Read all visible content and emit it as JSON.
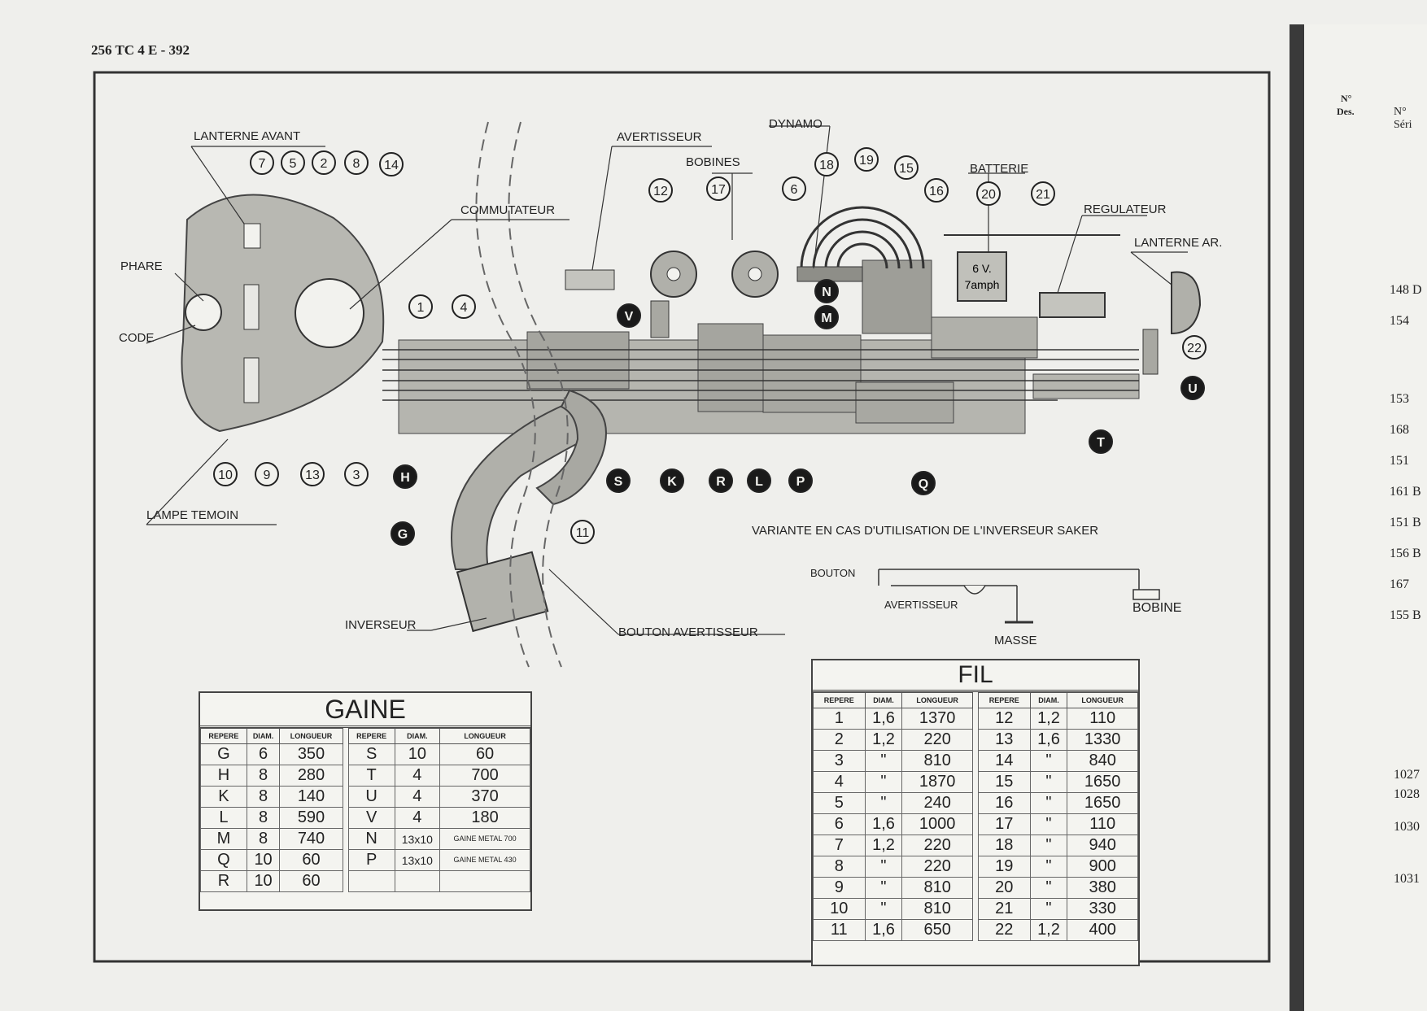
{
  "header": {
    "code": "256 TC 4 E - 392"
  },
  "labels": {
    "lanterne_avant": "LANTERNE AVANT",
    "phare": "PHARE",
    "code": "CODE",
    "commutateur": "COMMUTATEUR",
    "avertisseur": "AVERTISSEUR",
    "bobines": "BOBINES",
    "dynamo": "DYNAMO",
    "batterie": "BATTERIE",
    "regulateur": "REGULATEUR",
    "lanterne_ar": "LANTERNE AR.",
    "lampe_temoin": "LAMPE TEMOIN",
    "inverseur": "INVERSEUR",
    "bouton_avertisseur": "BOUTON AVERTISSEUR",
    "battery_text_1": "6 V.",
    "battery_text_2": "7amph",
    "variante": "VARIANTE EN CAS D'UTILISATION DE L'INVERSEUR SAKER",
    "bouton": "BOUTON",
    "avertisseur_small": "AVERTISSEUR",
    "bobine": "BOBINE",
    "masse": "MASSE"
  },
  "wire_markers": [
    "7",
    "5",
    "2",
    "8",
    "14",
    "12",
    "17",
    "6",
    "18",
    "19",
    "15",
    "16",
    "20",
    "21",
    "1",
    "4",
    "22",
    "10",
    "9",
    "13",
    "3",
    "11"
  ],
  "sheath_markers": [
    "N",
    "M",
    "V",
    "U",
    "T",
    "H",
    "S",
    "K",
    "R",
    "L",
    "P",
    "Q",
    "G"
  ],
  "gaine": {
    "title": "GAINE",
    "headers": [
      "REPERE",
      "DIAM.",
      "LONGUEUR",
      "REPERE",
      "DIAM.",
      "LONGUEUR"
    ],
    "rows": [
      [
        "G",
        "6",
        "350",
        "S",
        "10",
        "60"
      ],
      [
        "H",
        "8",
        "280",
        "T",
        "4",
        "700"
      ],
      [
        "K",
        "8",
        "140",
        "U",
        "4",
        "370"
      ],
      [
        "L",
        "8",
        "590",
        "V",
        "4",
        "180"
      ],
      [
        "M",
        "8",
        "740",
        "N",
        "13x10",
        "GAINE METAL 700"
      ],
      [
        "Q",
        "10",
        "60",
        "P",
        "13x10",
        "GAINE METAL 430"
      ],
      [
        "R",
        "10",
        "60",
        "",
        "",
        ""
      ]
    ]
  },
  "fil": {
    "title": "FIL",
    "headers": [
      "REPERE",
      "DIAM.",
      "LONGUEUR",
      "REPERE",
      "DIAM.",
      "LONGUEUR"
    ],
    "rows": [
      [
        "1",
        "1,6",
        "1370",
        "12",
        "1,2",
        "110"
      ],
      [
        "2",
        "1,2",
        "220",
        "13",
        "1,6",
        "1330"
      ],
      [
        "3",
        "\"",
        "810",
        "14",
        "\"",
        "840"
      ],
      [
        "4",
        "\"",
        "1870",
        "15",
        "\"",
        "1650"
      ],
      [
        "5",
        "\"",
        "240",
        "16",
        "\"",
        "1650"
      ],
      [
        "6",
        "1,6",
        "1000",
        "17",
        "\"",
        "110"
      ],
      [
        "7",
        "1,2",
        "220",
        "18",
        "\"",
        "940"
      ],
      [
        "8",
        "\"",
        "220",
        "19",
        "\"",
        "900"
      ],
      [
        "9",
        "\"",
        "810",
        "20",
        "\"",
        "380"
      ],
      [
        "10",
        "\"",
        "810",
        "21",
        "\"",
        "330"
      ],
      [
        "11",
        "1,6",
        "650",
        "22",
        "1,2",
        "400"
      ]
    ]
  },
  "right_strip": {
    "header_1": "N°",
    "header_2": "Des.",
    "header_3": "N° Séri",
    "numbers": [
      "148 D",
      "154",
      "153",
      "168",
      "151",
      "161 B",
      "151 B",
      "156 B",
      "167",
      "155 B",
      "1027",
      "1028",
      "1030",
      "1031"
    ]
  }
}
